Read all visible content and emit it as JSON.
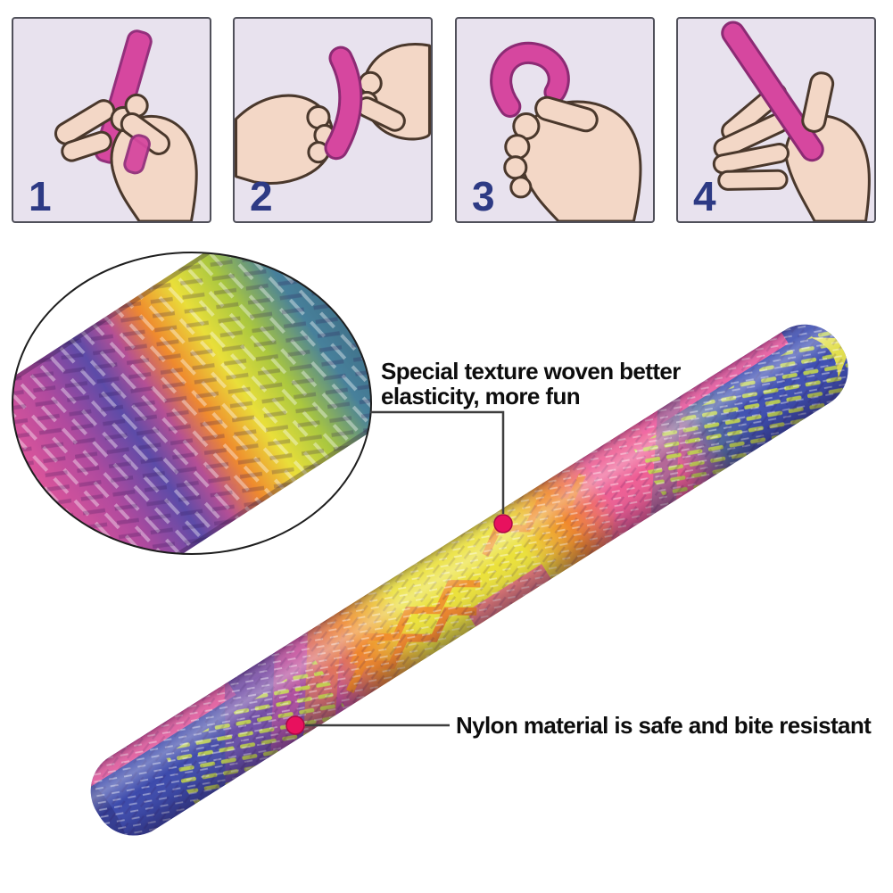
{
  "steps": [
    {
      "number": "1"
    },
    {
      "number": "2"
    },
    {
      "number": "3"
    },
    {
      "number": "4"
    }
  ],
  "annotations": {
    "texture_line1": "Special texture woven better",
    "texture_line2": "elasticity, more fun",
    "material": "Nylon material is safe and bite resistant"
  },
  "colors": {
    "callout_dot": "#e8115e",
    "callout_dot_edge": "#ab0a45",
    "callout_line": "#3e3e3e",
    "stick_pink": "#d6479f",
    "stick_pink_dark": "#93307c",
    "step_number": "#2d3a84",
    "panel_background": "#e8e2ee",
    "panel_border": "#50505a",
    "skin": "#f3d7c6",
    "outline": "#4a382c",
    "tube_blue": "#3c4aab",
    "tube_purple": "#7b4fa5",
    "tube_pink": "#ee5f94",
    "tube_orange": "#f0872b",
    "tube_yellow": "#ebe13a",
    "tube_green": "#c3d84b",
    "tube_teal": "#47809b",
    "text_color": "#0d0d0d",
    "background": "#ffffff"
  }
}
